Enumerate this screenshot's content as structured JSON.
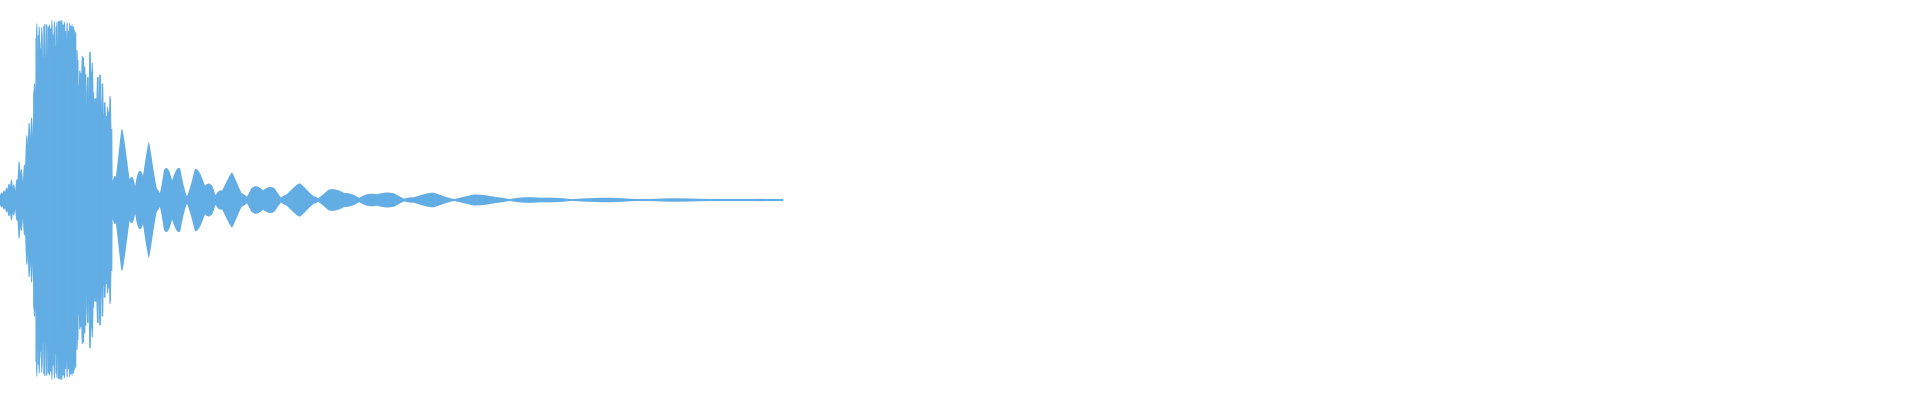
{
  "waveform": {
    "color": "#62ade4",
    "background": "#ffffff",
    "extent": [
      0.0,
      0.405
    ],
    "samples": [
      [
        0.0,
        0.03
      ],
      [
        0.003,
        0.06
      ],
      [
        0.006,
        0.11
      ],
      [
        0.008,
        0.06
      ],
      [
        0.01,
        0.22
      ],
      [
        0.012,
        0.12
      ],
      [
        0.014,
        0.38
      ],
      [
        0.016,
        0.46
      ],
      [
        0.017,
        0.44
      ],
      [
        0.019,
        0.98
      ],
      [
        0.021,
        0.94
      ],
      [
        0.023,
        0.97
      ],
      [
        0.025,
        0.96
      ],
      [
        0.027,
        0.99
      ],
      [
        0.029,
        0.98
      ],
      [
        0.031,
        0.99
      ],
      [
        0.033,
        0.98
      ],
      [
        0.035,
        0.98
      ],
      [
        0.037,
        0.97
      ],
      [
        0.039,
        0.93
      ],
      [
        0.041,
        0.7
      ],
      [
        0.043,
        0.82
      ],
      [
        0.045,
        0.62
      ],
      [
        0.047,
        0.88
      ],
      [
        0.049,
        0.55
      ],
      [
        0.051,
        0.72
      ],
      [
        0.053,
        0.64
      ],
      [
        0.055,
        0.48
      ],
      [
        0.057,
        0.58
      ],
      [
        0.06,
        0.2
      ],
      [
        0.063,
        0.4
      ],
      [
        0.067,
        0.14
      ],
      [
        0.07,
        0.4
      ],
      [
        0.074,
        0.14
      ],
      [
        0.077,
        0.32
      ],
      [
        0.081,
        0.12
      ],
      [
        0.085,
        0.28
      ],
      [
        0.089,
        0.1
      ],
      [
        0.093,
        0.23
      ],
      [
        0.097,
        0.1
      ],
      [
        0.101,
        0.2
      ],
      [
        0.106,
        0.08
      ],
      [
        0.11,
        0.17
      ],
      [
        0.115,
        0.07
      ],
      [
        0.12,
        0.15
      ],
      [
        0.125,
        0.06
      ],
      [
        0.13,
        0.12
      ],
      [
        0.136,
        0.05
      ],
      [
        0.142,
        0.1
      ],
      [
        0.148,
        0.05
      ],
      [
        0.155,
        0.09
      ],
      [
        0.162,
        0.04
      ],
      [
        0.17,
        0.07
      ],
      [
        0.178,
        0.04
      ],
      [
        0.186,
        0.06
      ],
      [
        0.195,
        0.03
      ],
      [
        0.204,
        0.05
      ],
      [
        0.214,
        0.02
      ],
      [
        0.224,
        0.04
      ],
      [
        0.234,
        0.02
      ],
      [
        0.245,
        0.03
      ],
      [
        0.256,
        0.02
      ],
      [
        0.268,
        0.02
      ],
      [
        0.28,
        0.01
      ],
      [
        0.292,
        0.015
      ],
      [
        0.305,
        0.01
      ],
      [
        0.318,
        0.01
      ],
      [
        0.331,
        0.008
      ],
      [
        0.345,
        0.008
      ],
      [
        0.36,
        0.006
      ],
      [
        0.375,
        0.005
      ],
      [
        0.39,
        0.004
      ],
      [
        0.405,
        0.003
      ]
    ]
  }
}
